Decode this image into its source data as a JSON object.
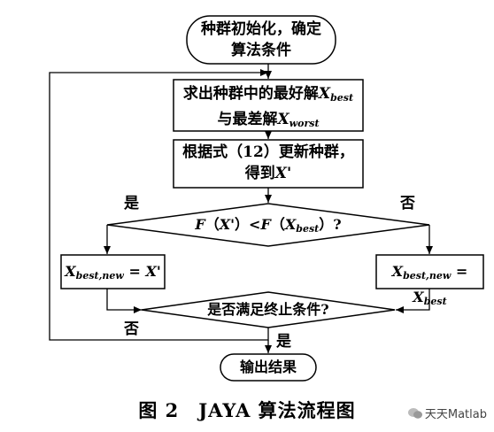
{
  "nodes": {
    "start_line1": "种群初始化，确定",
    "start_line2": "算法条件",
    "best_worst_line1_pre": "求出种群中的最好解",
    "best_worst_line1_var": "X",
    "best_worst_line1_sub": "best",
    "best_worst_line2_pre": "与最差解",
    "best_worst_line2_var": "X",
    "best_worst_line2_sub": "worst",
    "update_line1": "根据式（12）更新种群，",
    "update_line2_pre": "得到",
    "update_line2_var": "X'",
    "decision1_f": "F",
    "decision1_left": "（",
    "decision1_x1": "X'",
    "decision1_mid": "）<",
    "decision1_f2": "F",
    "decision1_left2": "（",
    "decision1_x2": "X",
    "decision1_sub": "best",
    "decision1_end": "）?",
    "left_box_var": "X",
    "left_box_sub": "best,new",
    "left_box_eq": " = ",
    "left_box_rhs": "X'",
    "right_box_var": "X",
    "right_box_sub": "best,new",
    "right_box_eq": " = ",
    "right_box_rhs": "X",
    "right_box_rhs_sub": "best",
    "decision2": "是否满足终止条件?",
    "end": "输出结果"
  },
  "labels": {
    "yes_left": "是",
    "no_right": "否",
    "no_bottom": "否",
    "yes_bottom": "是"
  },
  "caption": "图 2　JAYA 算法流程图",
  "watermark": "天天Matlab"
}
